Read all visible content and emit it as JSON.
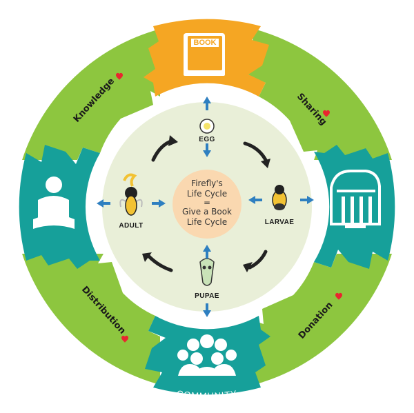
{
  "segments": {
    "give_a_book": "GIVE A BOOK",
    "drop_center": "DROP CENTER",
    "community": "COMMUNITY",
    "reader": "READER"
  },
  "values": {
    "sharing": "Sharing",
    "donation": "Donation",
    "distribution": "Distribution",
    "knowledge": "Knowledge"
  },
  "lifecycle": {
    "egg": "EGG",
    "larvae": "LARVAE",
    "pupae": "PUPAE",
    "adult": "ADULT"
  },
  "center": {
    "line1": "Firefly's",
    "line2": "Life Cycle",
    "equals": "=",
    "line3": "Give a Book",
    "line4": "Life Cycle"
  },
  "book_icon_text": "BOOK",
  "colors": {
    "orange": "#f5a623",
    "teal": "#16a09a",
    "green": "#8dc63f",
    "light_green": "#a8d05a",
    "inner_disc": "#e9efd8",
    "center_disc": "#fad8b0",
    "arrow_blue": "#2e7fc0",
    "heart": "#e8262f"
  },
  "icons": [
    "book-icon",
    "mailbox-icon",
    "community-icon",
    "reader-icon",
    "egg-icon",
    "larva-icon",
    "pupa-icon",
    "adult-firefly-icon",
    "heart-icon"
  ]
}
